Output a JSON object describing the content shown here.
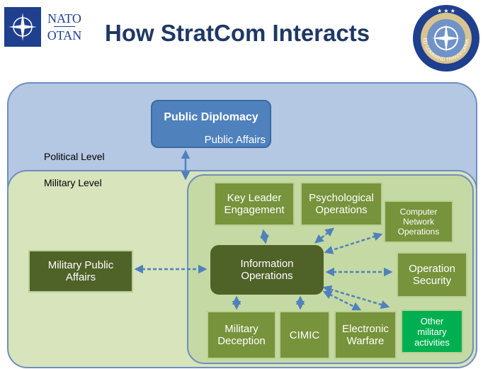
{
  "header": {
    "title": "How StratCom Interacts",
    "nato_top": "NATO",
    "nato_bottom": "OTAN",
    "seal_text": "ALLIED COMMAND TRANSFORMATION"
  },
  "levels": {
    "political": "Political Level",
    "military": "Military Level"
  },
  "public_diplomacy": {
    "title": "Public Diplomacy",
    "subtitle": "Public Affairs"
  },
  "nodes": {
    "military_public_affairs": "Military Public Affairs",
    "key_leader_engagement": "Key Leader Engagement",
    "psychological_operations": "Psychological Operations",
    "computer_network_operations": "Computer Network Operations",
    "information_operations": "Information Operations",
    "operation_security": "Operation Security",
    "military_deception": "Military Deception",
    "cimic": "CIMIC",
    "electronic_warfare": "Electronic Warfare",
    "other_military_activities": "Other military activities"
  },
  "colors": {
    "political_fill": "#b4c7e3",
    "military_fill": "#d7e4bc",
    "public_diplomacy_fill": "#4f81bd",
    "node_green": "#77933c",
    "dark_green": "#4f6228",
    "bright_green": "#00b050",
    "arrow": "#4f81bd",
    "title_text": "#1f3864"
  }
}
